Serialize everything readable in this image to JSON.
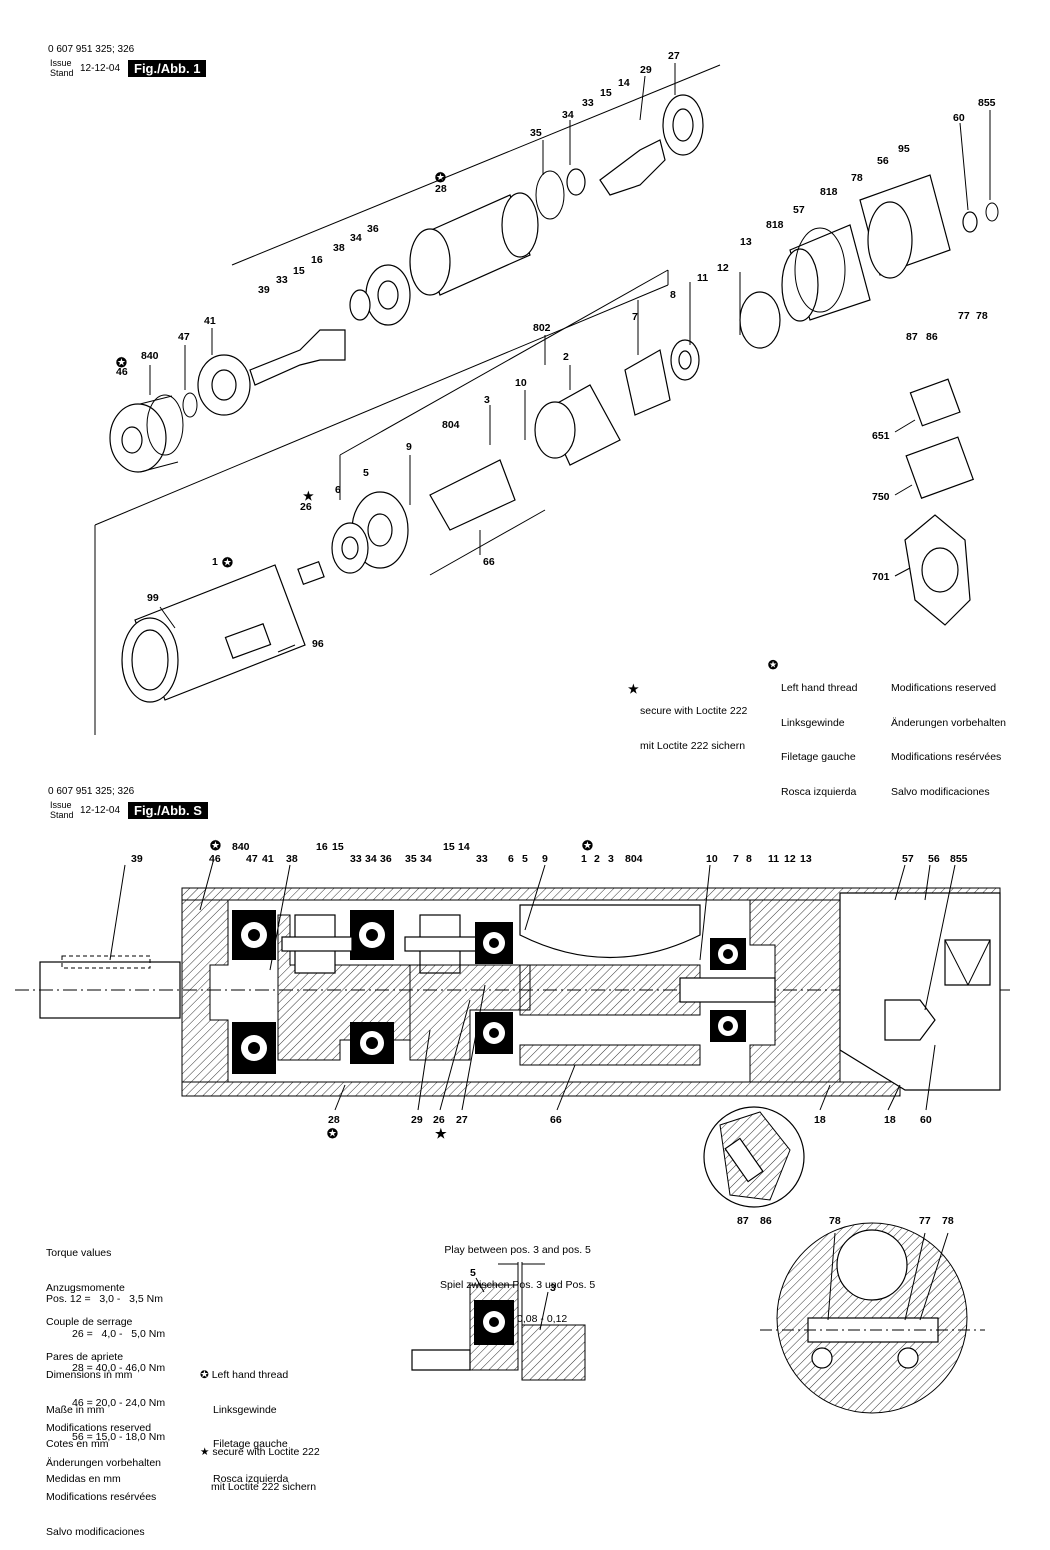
{
  "top": {
    "doc_number": "0 607 951 325; 326",
    "issue_label": "Issue",
    "stand_label": "Stand",
    "date": "12-12-04",
    "fig_label": "Fig./Abb. 1",
    "left_thread_notes": [
      "Left hand thread",
      "Linksgewinde",
      "Filetage gauche",
      "Rosca izquierda"
    ],
    "modifications": [
      "Modifications reserved",
      "Änderungen vorbehalten",
      "Modifications resérvées",
      "Salvo modificaciones"
    ],
    "loctite": [
      "secure with Loctite 222",
      "mit Loctite 222 sichern"
    ]
  },
  "bottom": {
    "doc_number": "0 607 951 325; 326",
    "issue_label": "Issue",
    "stand_label": "Stand",
    "date": "12-12-04",
    "fig_label": "Fig./Abb. S",
    "torque_title": [
      "Torque values",
      "Anzugsmomente",
      "Couple de serrage",
      "Pares de apriete"
    ],
    "torque_values": [
      "Pos. 12 =   3,0 -   3,5 Nm",
      "26 =   4,0 -   5,0 Nm",
      "28 = 40,0 - 46,0 Nm",
      "46 = 20,0 - 24,0 Nm",
      "56 = 15,0 - 18,0 Nm"
    ],
    "play_note": [
      "Play between pos. 3 and pos. 5",
      "Spiel zwischen Pos. 3 und Pos. 5",
      "= 0,08 - 0,12"
    ],
    "dimensions": [
      "Dimensions in mm",
      "Maße in mm",
      "Cotes en mm",
      "Medidas en mm"
    ],
    "left_thread_notes": [
      "Left hand thread",
      "Linksgewinde",
      "Filetage gauche",
      "Rosca izquierda"
    ],
    "modifications": [
      "Modifications reserved",
      "Änderungen vorbehalten",
      "Modifications resérvées",
      "Salvo modificaciones"
    ],
    "loctite": [
      "secure with Loctite 222",
      "mit Loctite 222 sichern"
    ]
  },
  "top_callouts": [
    "27",
    "29",
    "14",
    "15",
    "33",
    "34",
    "35",
    "28",
    "60",
    "855",
    "95",
    "56",
    "78",
    "818",
    "57",
    "13",
    "818",
    "12",
    "11",
    "8",
    "7",
    "802",
    "2",
    "10",
    "3",
    "804",
    "9",
    "5",
    "6",
    "26",
    "1",
    "99",
    "96",
    "66",
    "36",
    "34",
    "38",
    "16",
    "15",
    "33",
    "39",
    "41",
    "47",
    "840",
    "46",
    "651",
    "750",
    "701",
    "77",
    "78",
    "87",
    "86"
  ],
  "section_callouts_top": [
    "39",
    "46",
    "840",
    "47",
    "41",
    "38",
    "16",
    "15",
    "33",
    "34",
    "36",
    "35",
    "34",
    "15",
    "14",
    "33",
    "6",
    "5",
    "9",
    "1",
    "2",
    "3",
    "804",
    "10",
    "7",
    "8",
    "11",
    "12",
    "13",
    "57",
    "56",
    "855"
  ],
  "section_callouts_bottom": [
    "28",
    "29",
    "26",
    "27",
    "66",
    "18",
    "18",
    "60"
  ],
  "detail_callouts": [
    "87",
    "86",
    "78",
    "77",
    "78",
    "5",
    "3"
  ]
}
